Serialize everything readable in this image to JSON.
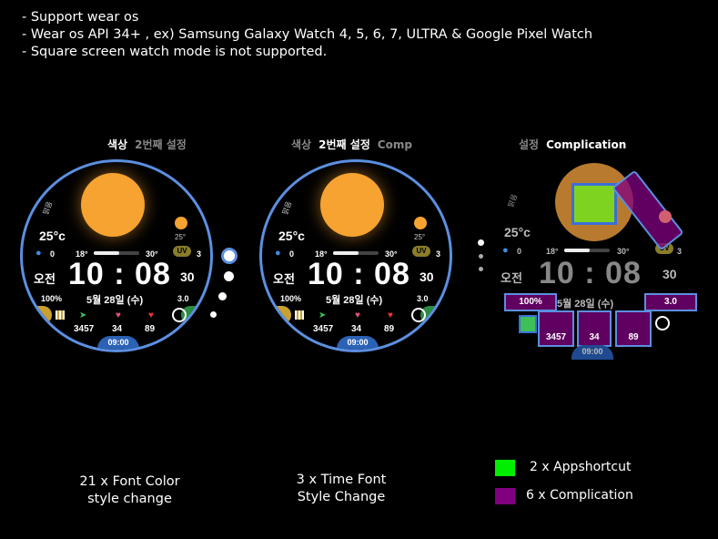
{
  "notes": [
    "- Support wear os",
    "- Wear os API 34+ , ex) Samsung Galaxy Watch 4, 5, 6, 7, ULTRA  & Google Pixel Watch",
    "- Square screen watch mode is not supported."
  ],
  "tabs_left": {
    "active": "색상",
    "next": "2번째 설정"
  },
  "tabs_mid": {
    "prev": "색상",
    "active": "2번째 설정",
    "next": "Comp"
  },
  "tabs_right": {
    "prev": "설정",
    "active": "Complication"
  },
  "watch": {
    "temp": "25°c",
    "sun_label": "25°",
    "weather": "맑음",
    "humidity": "0",
    "low": "18°",
    "high": "30°",
    "uv_label": "UV",
    "uv": "3",
    "bar_fill": 0.55,
    "ampm": "오전",
    "time": "10 : 08",
    "seconds": "30",
    "battery": "100%",
    "date": "5월 28일 (수)",
    "cal": "3.0",
    "steps": "3457",
    "stress": "34",
    "heart": "89",
    "clock": "09:00"
  },
  "captions": {
    "color": "21 x Font Color\nstyle change",
    "font": "3 x Time Font\nStyle Change"
  },
  "legend": {
    "appshortcut": "2 x Appshortcut",
    "complication": "6 x Complication",
    "green": "#00ee00",
    "purple": "#800080"
  }
}
